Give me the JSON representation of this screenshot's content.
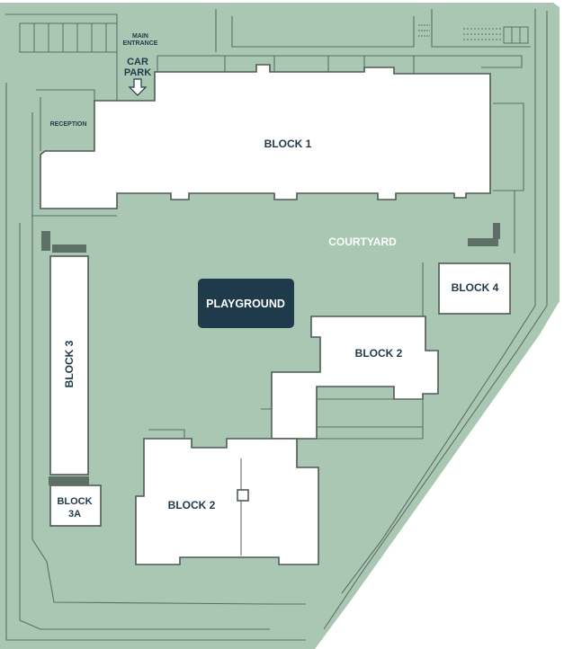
{
  "map": {
    "labels": {
      "main_entrance_line1": "MAIN",
      "main_entrance_line2": "ENTRANCE",
      "car_park_line1": "CAR",
      "car_park_line2": "PARK",
      "reception": "RECEPTION",
      "block1": "BLOCK 1",
      "courtyard": "COURTYARD",
      "playground": "PLAYGROUND",
      "block4": "BLOCK 4",
      "block2_upper": "BLOCK 2",
      "block2_lower": "BLOCK 2",
      "block3": "BLOCK 3",
      "block3a_line1": "BLOCK",
      "block3a_line2": "3A"
    },
    "colors": {
      "ground": "#a9c7b2",
      "inner_ground": "#9dbda7",
      "building": "#ffffff",
      "outline": "#4f5a55",
      "playground_fill": "#1f3a4a",
      "label_text": "#1f3a4a"
    },
    "icons": {
      "entrance_arrow": "arrow-down-icon"
    }
  }
}
